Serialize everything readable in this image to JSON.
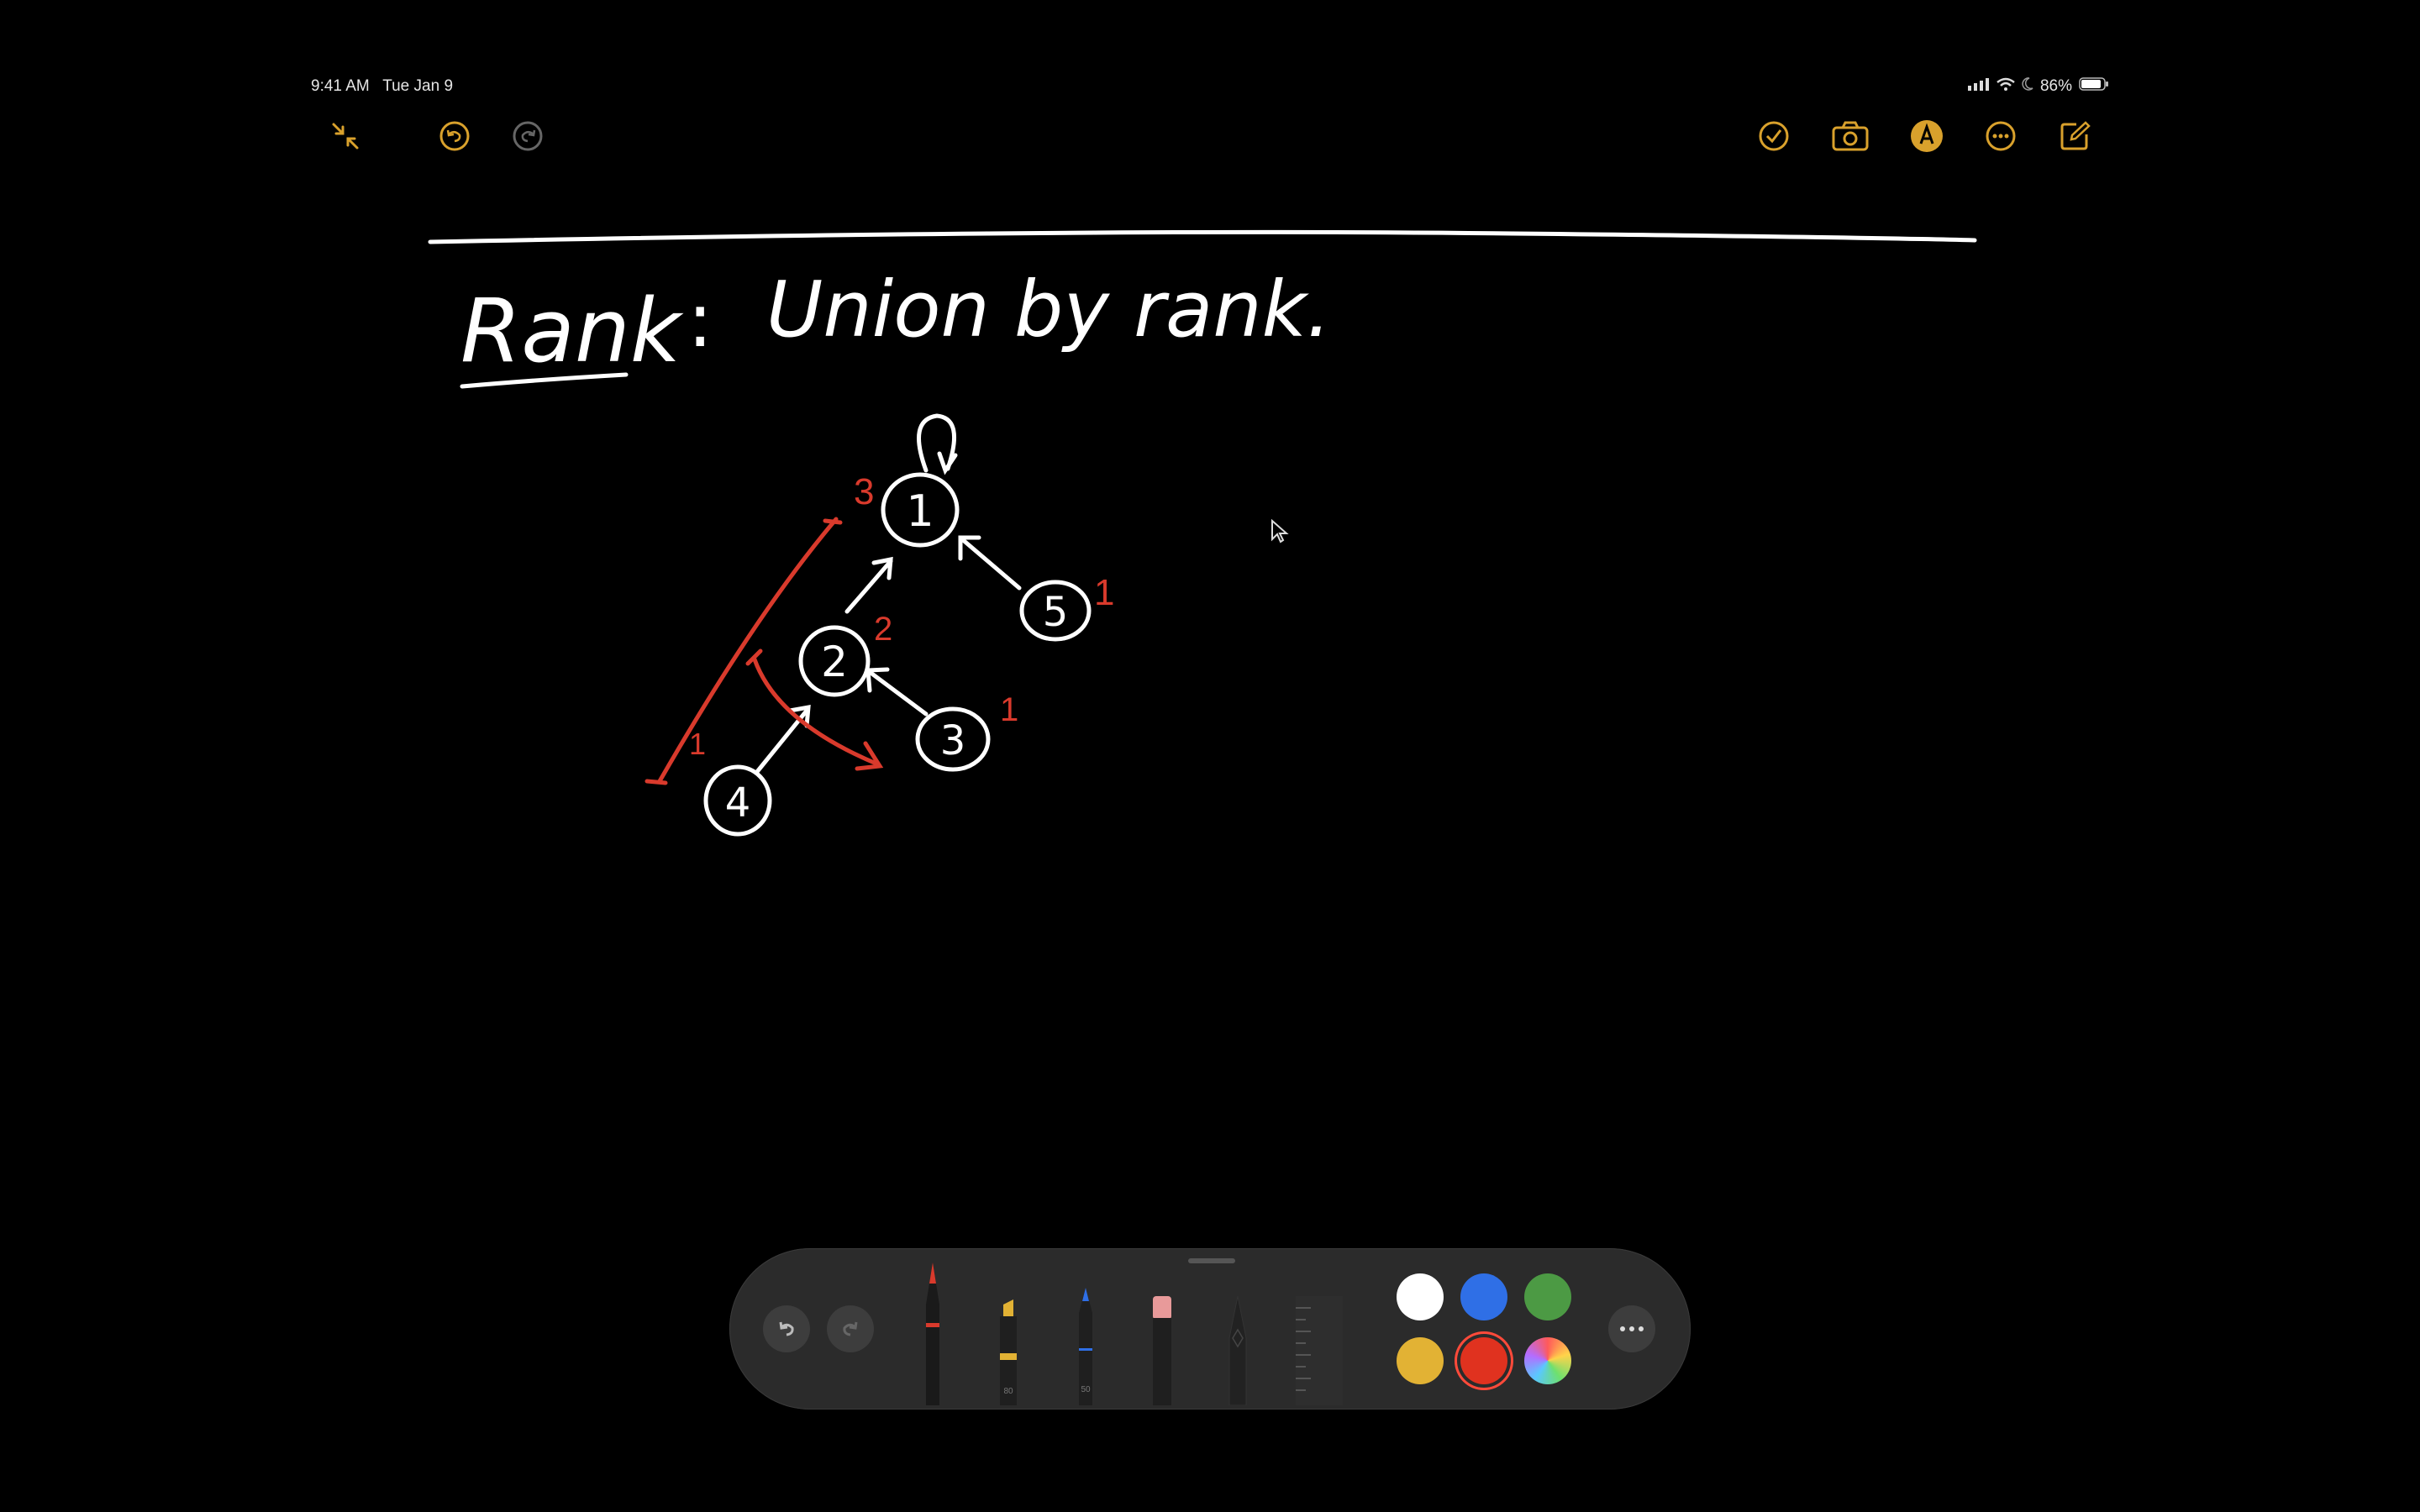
{
  "status_bar": {
    "time": "9:41 AM",
    "date": "Tue Jan 9",
    "battery": "86%",
    "icons": [
      "signal-icon",
      "wifi-icon",
      "moon-icon",
      "battery-icon"
    ]
  },
  "toolbar": {
    "left": [
      "collapse-icon",
      "undo-icon",
      "redo-icon"
    ],
    "right": [
      "checklist-icon",
      "camera-icon",
      "markup-icon",
      "more-icon",
      "compose-icon"
    ],
    "accent": "#d9a12c"
  },
  "note": {
    "heading_word": "Rank",
    "colon": ":",
    "heading_rest": "Union by rank.",
    "nodes": [
      {
        "label": "1",
        "rank": "3"
      },
      {
        "label": "2",
        "rank": "2"
      },
      {
        "label": "3",
        "rank": "1"
      },
      {
        "label": "4",
        "rank": "1"
      },
      {
        "label": "5",
        "rank": "1"
      }
    ],
    "ink_color": "#ffffff",
    "annotation_color": "#d93a2c"
  },
  "palette": {
    "tools": [
      "pen-tool",
      "marker-tool",
      "pencil-tool",
      "eraser-tool",
      "lasso-tool",
      "ruler-tool"
    ],
    "tool_numbers": [
      "80",
      "50"
    ],
    "colors": [
      "#ffffff",
      "#2f6fe6",
      "#4c9a44",
      "#e2b234",
      "#e0321f",
      "color-wheel"
    ],
    "selected_color": "#e0321f"
  }
}
